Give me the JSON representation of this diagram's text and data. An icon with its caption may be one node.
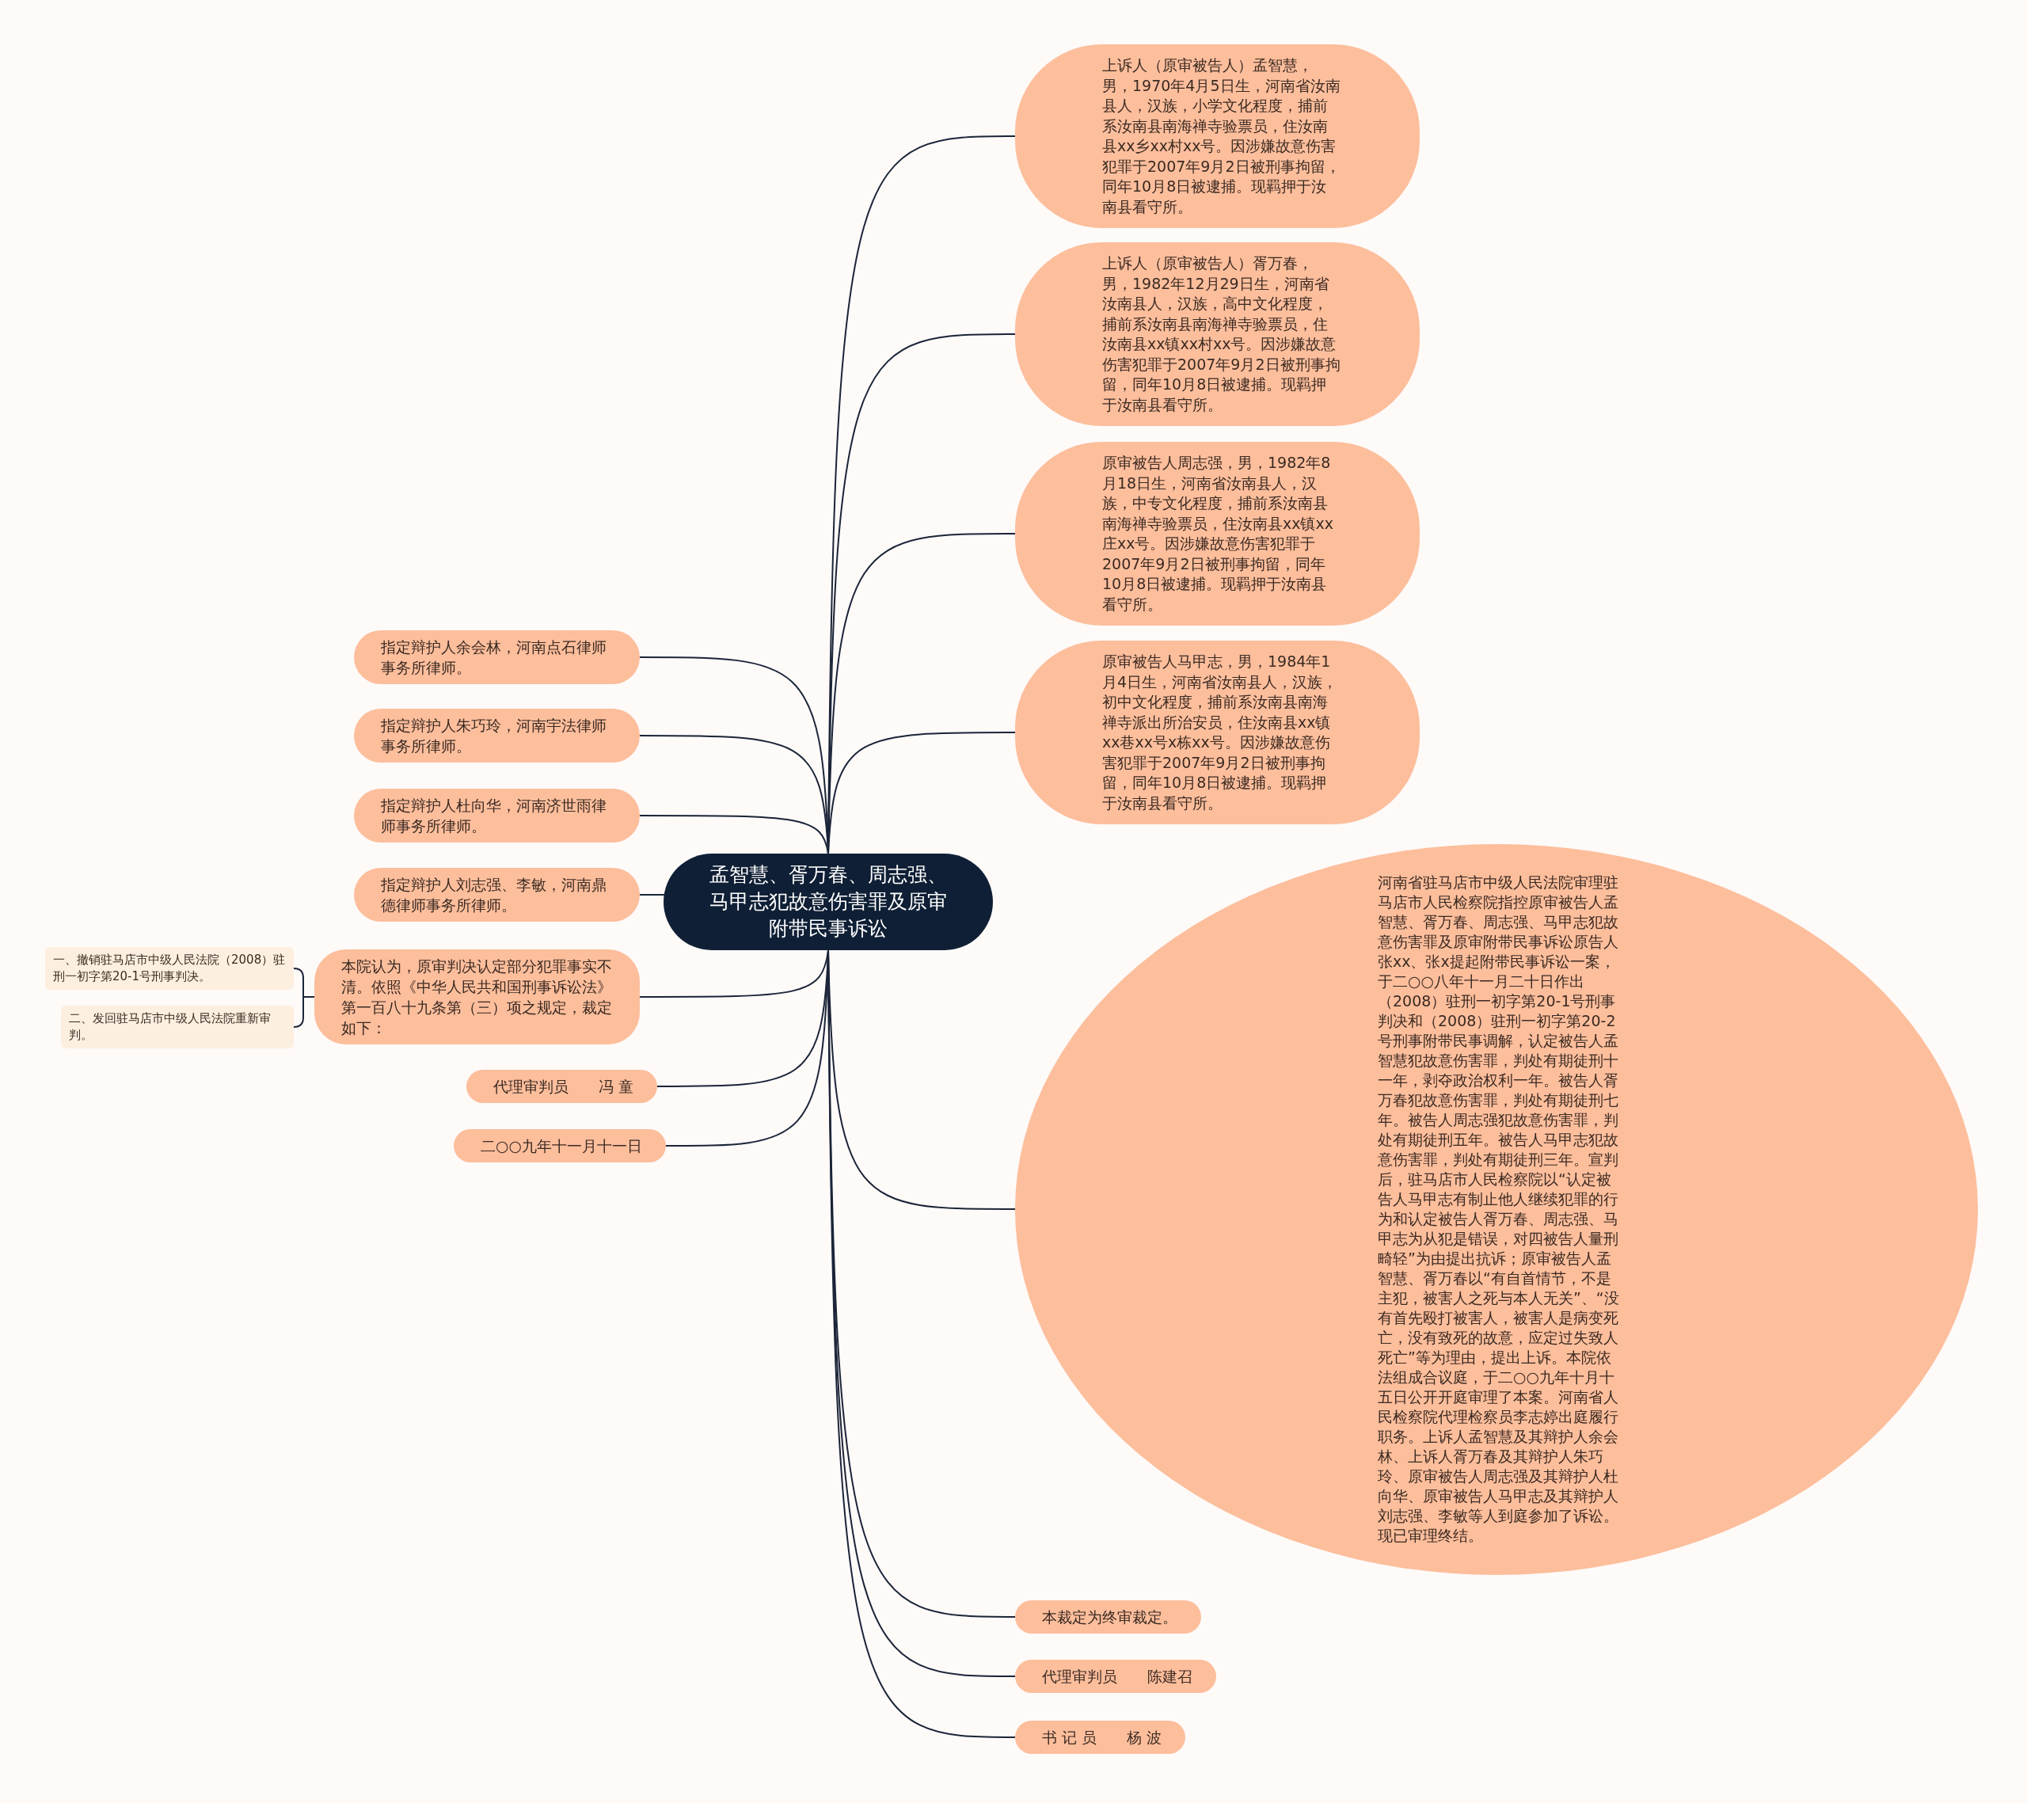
{
  "diagram": {
    "nodes": [
      {
        "text": [
          "孟智慧、胥万春、周志强、马甲志犯故意伤害罪及原审附带民事诉讼"
        ]
      },
      {
        "text": [
          "上诉人（原审被告人）孟智慧，男，1970年4月5日生，河南省汝南县人，汉族，小学文化程度，捕前系汝南县南海禅寺验票员，住汝南县xx乡xx村xx号。因涉嫌故意伤害犯罪于2007年9月2日被刑事拘留，同年10月8日被逮捕。现羁押于汝南县看守所。"
        ]
      },
      {
        "text": [
          "上诉人（原审被告人）胥万春，男，1982年12月29日生，河南省汝南县人，汉族，高中文化程度，捕前系汝南县南海禅寺验票员，住汝南县xx镇xx村xx号。因涉嫌故意伤害犯罪于2007年9月2日被刑事拘留，同年10月8日被逮捕。现羁押于汝南县看守所。"
        ]
      },
      {
        "text": [
          "原审被告人周志强，男，1982年8月18日生，河南省汝南县人，汉族，中专文化程度，捕前系汝南县南海禅寺验票员，住汝南县xx镇xx庄xx号。因涉嫌故意伤害犯罪于2007年9月2日被刑事拘留，同年10月8日被逮捕。现羁押于汝南县看守所。"
        ]
      },
      {
        "text": [
          "原审被告人马甲志，男，1984年1月4日生，河南省汝南县人，汉族，初中文化程度，捕前系汝南县南海禅寺派出所治安员，住汝南县xx镇xx巷xx号x栋xx号。因涉嫌故意伤害犯罪于2007年9月2日被刑事拘留，同年10月8日被逮捕。现羁押于汝南县看守所。"
        ]
      },
      {
        "text": [
          "河南省驻马店市中级人民法院审理驻马店市人民检察院指控原审被告人孟智慧、胥万春、周志强、马甲志犯故意伤害罪及原审附带民事诉讼原告人张xx、张x提起附带民事诉讼一案，于二○○八年十一月二十日作出（2008）驻刑一初字第20-1号刑事判决和（2008）驻刑一初字第20-2号刑事附带民事调解，认定被告人孟智慧犯故意伤害罪，判处有期徒刑十一年，剥夺政治权利一年。被告人胥万春犯故意伤害罪，判处有期徒刑七年。被告人周志强犯故意伤害罪，判处有期徒刑五年。被告人马甲志犯故意伤害罪，判处有期徒刑三年。宣判后，驻马店市人民检察院以“认定被告人马甲志有制止他人继续犯罪的行为和认定被告人胥万春、周志强、马甲志为从犯是错误，对四被告人量刑畸轻”为由提出抗诉；原审被告人孟智慧、胥万春以“有自首情节，不是主犯，被害人之死与本人无关”、“没有首先殴打被害人，被害人是病变死亡，没有致死的故意，应定过失致人死亡”等为理由，提出上诉。本院依法组成合议庭，于二○○九年十月十五日公开开庭审理了本案。河南省人民检察院代理检察员李志婷出庭履行职务。上诉人孟智慧及其辩护人余会林、上诉人胥万春及其辩护人朱巧玲、原审被告人周志强及其辩护人杜向华、原审被告人马甲志及其辩护人刘志强、李敏等人到庭参加了诉讼。现已审理终结。"
        ]
      },
      {
        "text": [
          "本裁定为终审裁定。"
        ]
      },
      {
        "text": [
          "代理审判员　　陈建召"
        ]
      },
      {
        "text": [
          "书 记 员　　杨 波"
        ]
      },
      {
        "text": [
          "指定辩护人余会林，河南点石律师事务所律师。"
        ]
      },
      {
        "text": [
          "指定辩护人朱巧玲，河南宇法律师事务所律师。"
        ]
      },
      {
        "text": [
          "指定辩护人杜向华，河南济世雨律师事务所律师。"
        ]
      },
      {
        "text": [
          "指定辩护人刘志强、李敏，河南鼎德律师事务所律师。"
        ]
      },
      {
        "text": [
          "本院认为，原审判决认定部分犯罪事实不清。依照《中华人民共和国刑事诉讼法》第一百八十九条第（三）项之规定，裁定如下："
        ]
      },
      {
        "text": [
          "一、撤销驻马店市中级人民法院（2008）驻刑一初字第20-1号刑事判决。"
        ]
      },
      {
        "text": [
          "二、发回驻马店市中级人民法院重新审判。"
        ]
      },
      {
        "text": [
          "代理审判员　　冯 童"
        ]
      },
      {
        "text": [
          "二○○九年十一月十一日"
        ]
      }
    ],
    "edges": [
      {
        "from": 0,
        "to": 1,
        "arrow": "none"
      },
      {
        "from": 0,
        "to": 2,
        "arrow": "none"
      },
      {
        "from": 0,
        "to": 3,
        "arrow": "none"
      },
      {
        "from": 0,
        "to": 4,
        "arrow": "none"
      },
      {
        "from": 0,
        "to": 5,
        "arrow": "none"
      },
      {
        "from": 0,
        "to": 6,
        "arrow": "none"
      },
      {
        "from": 0,
        "to": 7,
        "arrow": "none"
      },
      {
        "from": 0,
        "to": 8,
        "arrow": "none"
      },
      {
        "from": 0,
        "to": 9,
        "arrow": "none"
      },
      {
        "from": 0,
        "to": 10,
        "arrow": "none"
      },
      {
        "from": 0,
        "to": 11,
        "arrow": "none"
      },
      {
        "from": 0,
        "to": 12,
        "arrow": "none"
      },
      {
        "from": 0,
        "to": 13,
        "arrow": "none"
      },
      {
        "from": 13,
        "to": 14,
        "arrow": "none"
      },
      {
        "from": 13,
        "to": 15,
        "arrow": "none"
      },
      {
        "from": 0,
        "to": 16,
        "arrow": "none"
      },
      {
        "from": 0,
        "to": 17,
        "arrow": "none"
      }
    ]
  }
}
